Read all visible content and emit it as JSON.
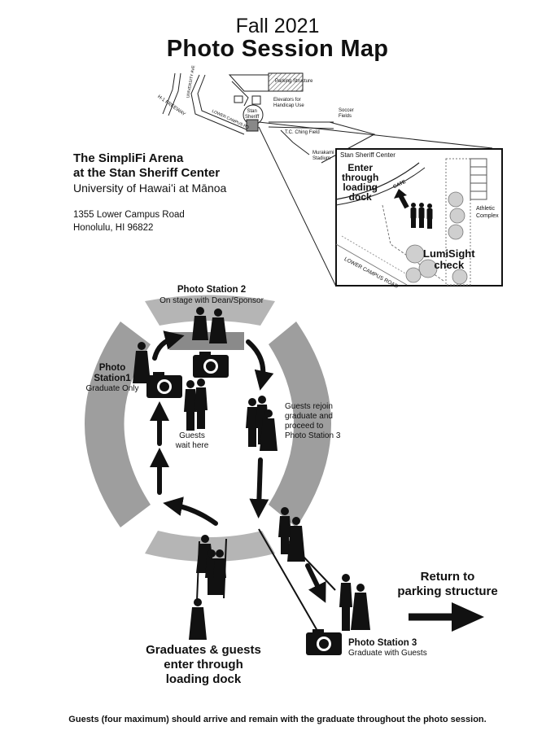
{
  "header": {
    "title_line1": "Fall 2021",
    "title_line2": "Photo Session Map"
  },
  "venue": {
    "name_line1": "The SimpliFi Arena",
    "name_line2": "at the Stan Sheriff Center",
    "university": "University of Hawaiʻi at Mānoa",
    "address_line1": "1355 Lower Campus Road",
    "address_line2": "Honolulu, HI 96822"
  },
  "area_map": {
    "labels": {
      "parking_structure": "Parking Structure",
      "elevators_line1": "Elevators for",
      "elevators_line2": "Handicap Use",
      "stan_sheriff_short_line1": "Stan",
      "stan_sheriff_short_line2": "Sheriff",
      "freeway": "H-1 FREEWAY",
      "university_ave": "UNIVERSITY AVE",
      "lower_campus_rd": "LOWER CAMPUS RD",
      "soccer_line1": "Soccer",
      "soccer_line2": "Fields",
      "tc_ching": "T.C. Ching Field",
      "murakami_line1": "Murakami",
      "murakami_line2": "Stadium"
    }
  },
  "inset": {
    "stan_sheriff_center": "Stan Sheriff Center",
    "enter_line1": "Enter",
    "enter_line2": "through",
    "enter_line3": "loading",
    "enter_line4": "dock",
    "gate": "GATE",
    "athletic_line1": "Athletic",
    "athletic_line2": "Complex",
    "lower_campus_road": "LOWER CAMPUS ROAD",
    "lumisight_line1": "LumiSight",
    "lumisight_line2": "check"
  },
  "photo_flow": {
    "station2_title": "Photo Station 2",
    "station2_sub": "On stage with Dean/Sponsor",
    "station1_title_line1": "Photo",
    "station1_title_line2": "Station1",
    "station1_sub": "Graduate Only",
    "guests_wait_line1": "Guests",
    "guests_wait_line2": "wait here",
    "rejoin_line1": "Guests rejoin",
    "rejoin_line2": "graduate and",
    "rejoin_line3": "proceed to",
    "rejoin_line4": "Photo Station 3",
    "return_line1": "Return to",
    "return_line2": "parking structure",
    "station3_title": "Photo Station 3",
    "station3_sub": "Graduate with Guests",
    "enter_line1": "Graduates & guests",
    "enter_line2": "enter through",
    "enter_line3": "loading dock"
  },
  "footer": {
    "note": "Guests (four maximum) should arrive and remain with the graduate throughout the photo session."
  },
  "colors": {
    "arena_gray": "#9e9e9e",
    "light_gray": "#c8c8c8",
    "ink": "#111111"
  }
}
